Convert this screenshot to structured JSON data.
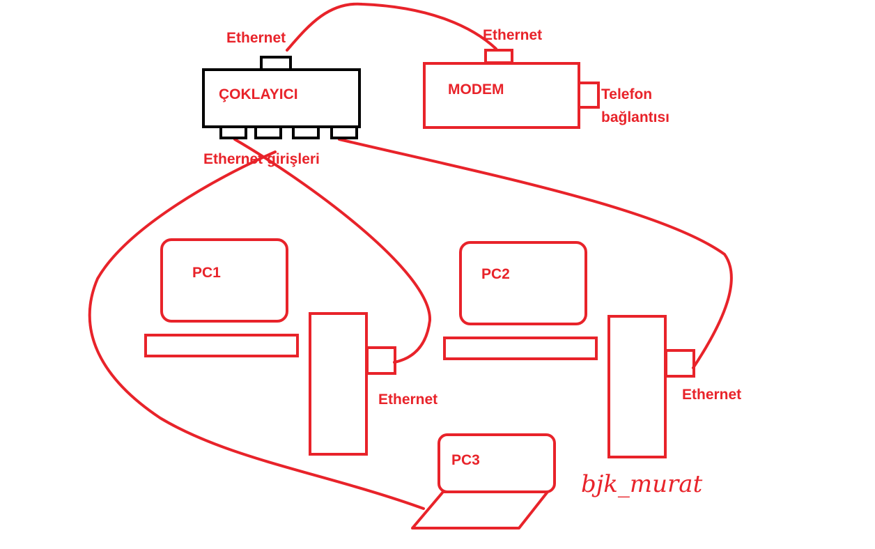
{
  "colors": {
    "red": "#e8232a",
    "black": "#000000",
    "background": "#ffffff"
  },
  "labels": {
    "multiplexer_ethernet": "Ethernet",
    "multiplexer_name": "ÇOKLAYICI",
    "multiplexer_ports": "Ethernet girişleri",
    "modem_ethernet": "Ethernet",
    "modem_name": "MODEM",
    "phone_line_1": "Telefon",
    "phone_line_2": "bağlantısı",
    "pc1": "PC1",
    "pc2": "PC2",
    "pc3": "PC3",
    "pc1_ethernet": "Ethernet",
    "pc2_ethernet": "Ethernet"
  },
  "signature": "bjk_murat"
}
